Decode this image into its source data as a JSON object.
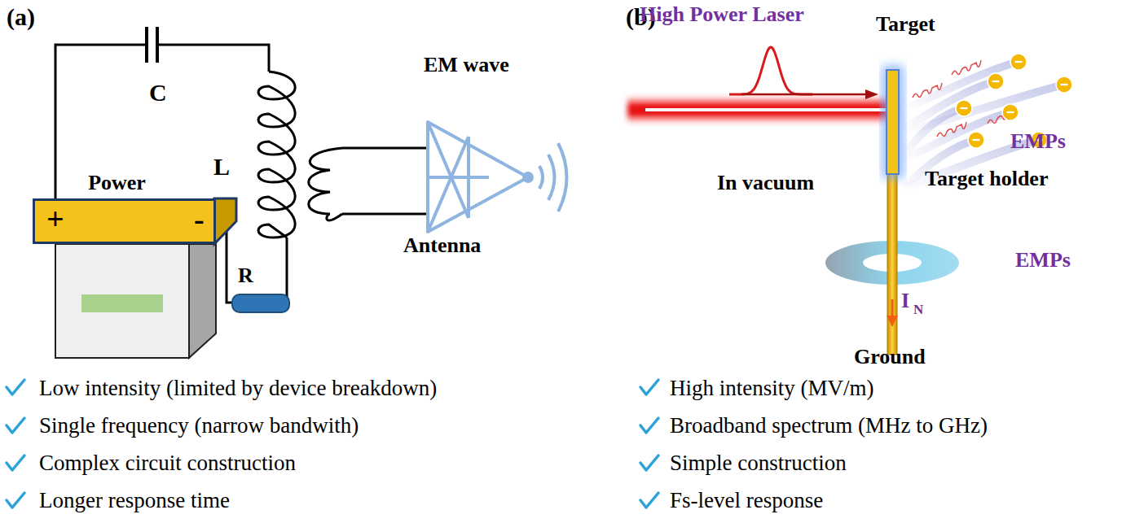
{
  "diagram": {
    "nodes": [
      {
        "text": [
          "Power",
          "+",
          "-"
        ]
      }
    ],
    "labels": [
      "(a)",
      "C",
      "L",
      "EM wave",
      "Antenna",
      "R",
      "Low intensity (limited by device breakdown)",
      "Single frequency (narrow bandwith)",
      "Complex circuit construction",
      "Longer response time",
      "(b)",
      "High Power Laser",
      "Target",
      "In vacuum",
      "Target holder",
      "EMPs",
      "EMPs",
      "I",
      "N",
      "Ground",
      "High intensity (MV/m)",
      "Broadband spectrum (MHz to GHz)",
      "Simple construction",
      "Fs-level response"
    ]
  }
}
